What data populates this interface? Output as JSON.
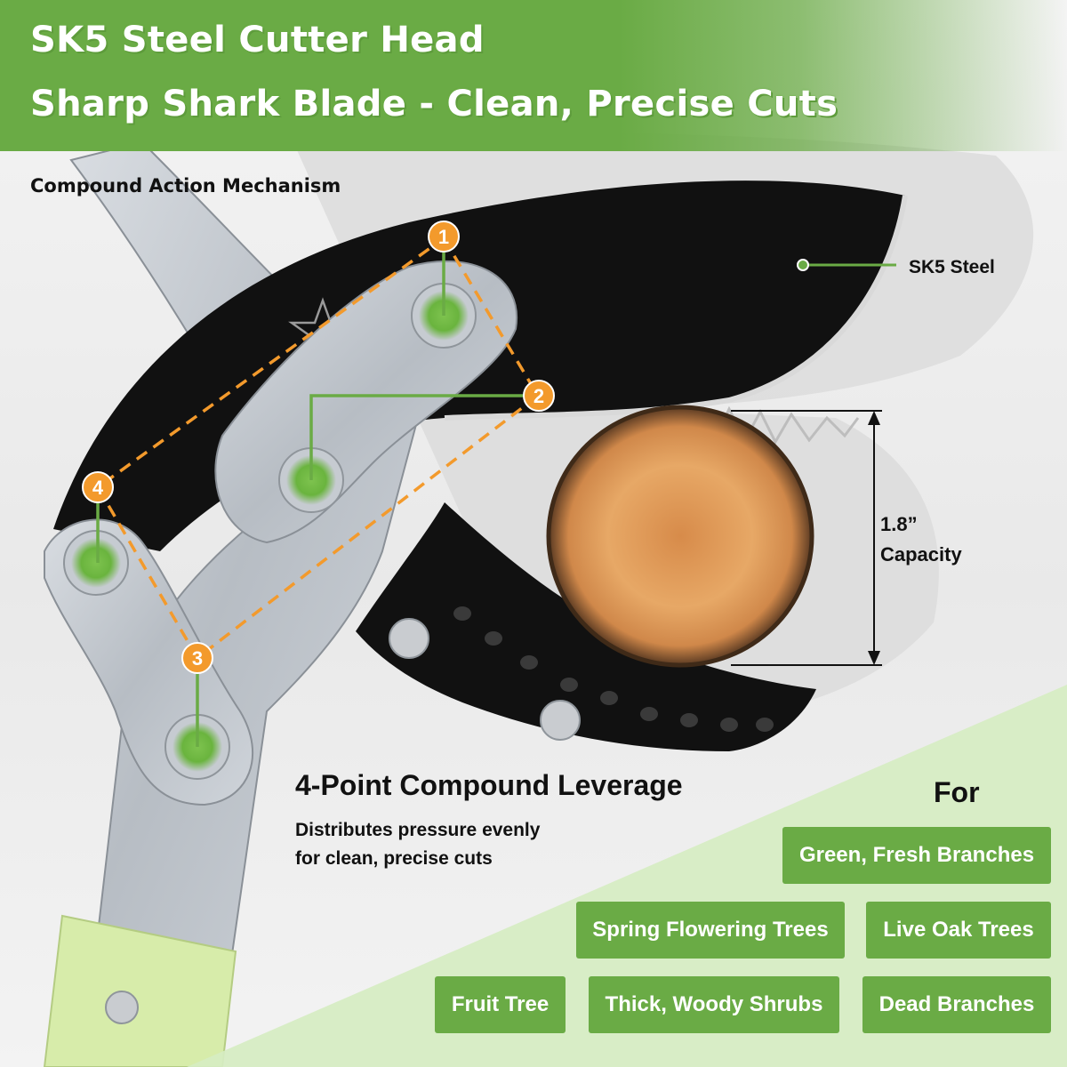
{
  "header": {
    "title_line_1": "SK5 Steel Cutter Head",
    "title_line_2": "Sharp Shark Blade - Clean, Precise Cuts"
  },
  "mechanism_label": "Compound Action Mechanism",
  "blade_callout": "SK5 Steel",
  "capacity_callout": "1.8”\nCapacity",
  "pivot_points": [
    "1",
    "2",
    "3",
    "4"
  ],
  "leverage": {
    "title": "4-Point Compound Leverage",
    "description": "Distributes pressure evenly\nfor clean, precise cuts"
  },
  "uses": {
    "heading": "For",
    "items": [
      "Green, Fresh Branches",
      "Spring Flowering Trees",
      "Live Oak Trees",
      "Fruit Tree",
      "Thick, Woody Shrubs",
      "Dead Branches"
    ]
  },
  "colors": {
    "brand_green": "#6aab45",
    "light_green": "#d6edc2",
    "accent_orange": "#f39a2c",
    "blade_black": "#111111"
  }
}
